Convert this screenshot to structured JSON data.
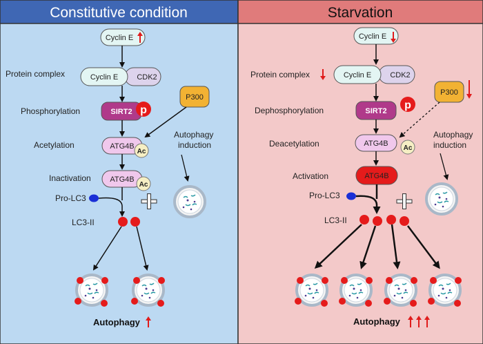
{
  "panels": {
    "left": {
      "title": "Constitutive condition",
      "cyclin_e": "Cyclin E",
      "protein_complex_label": "Protein complex",
      "cyclin_e_complex": "Cyclin E",
      "cdk2": "CDK2",
      "p300": "P300",
      "phosphorylation_label": "Phosphorylation",
      "sirt2": "SIRT2",
      "p_badge": "p",
      "acetylation_label": "Acetylation",
      "atg4b_1": "ATG4B",
      "ac_1": "Ac",
      "autophagy_induction_line1": "Autophagy",
      "autophagy_induction_line2": "induction",
      "inactivation_label": "Inactivation",
      "atg4b_2": "ATG4B",
      "ac_2": "Ac",
      "pro_lc3_label": "Pro-LC3",
      "lc3_label": "LC3-II",
      "result_label": "Autophagy"
    },
    "right": {
      "title": "Starvation",
      "cyclin_e": "Cyclin E",
      "protein_complex_label": "Protein complex",
      "cyclin_e_complex": "Cyclin E",
      "cdk2": "CDK2",
      "p300": "P300",
      "dephosphorylation_label": "Dephosphorylation",
      "sirt2": "SIRT2",
      "p_badge": "p",
      "deacetylation_label": "Deacetylation",
      "atg4b_1": "ATG4B",
      "ac_1": "Ac",
      "autophagy_induction_line1": "Autophagy",
      "autophagy_induction_line2": "induction",
      "activation_label": "Activation",
      "atg4b_active": "ATG4B",
      "pro_lc3_label": "Pro-LC3",
      "lc3_label": "LC3-II",
      "result_label": "Autophagy"
    }
  },
  "colors": {
    "left_bg": "#bcd9f2",
    "left_header": "#3f67b4",
    "right_bg": "#f3c9c9",
    "right_header": "#e07b7b",
    "sirt2": "#b03a8a",
    "p300": "#f2b233",
    "atg4b": "#f0c8ec",
    "atg4b_active": "#e51b1b",
    "cyclin": "#e3f5f3",
    "cdk2": "#ddd3ec",
    "lc3": "#e51b1b",
    "pro_lc3": "#1a2fd6",
    "up_arrow": "#e01b1b",
    "down_arrow": "#e01b1b"
  }
}
